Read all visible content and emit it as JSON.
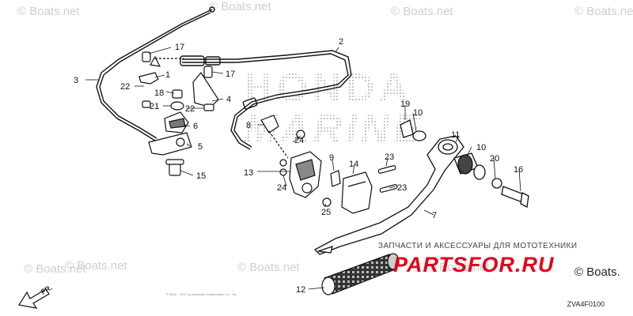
{
  "watermarks": {
    "text": "© Boats.net",
    "instances": [
      "© Boats.net",
      "© Boats.net",
      "© Boats.net",
      "© Boats.net",
      "© Boats.net",
      "© Boats.net",
      "© Boats.net",
      "© Boats.net"
    ]
  },
  "background_logo": {
    "line1": "HONDA",
    "line2": "MARINE"
  },
  "callouts": {
    "p1": "1",
    "p2": "2",
    "p3": "3",
    "p4": "4",
    "p5": "5",
    "p6": "6",
    "p7": "7",
    "p8": "8",
    "p9": "9",
    "p10a": "10",
    "p10b": "10",
    "p11": "11",
    "p12": "12",
    "p13": "13",
    "p14": "14",
    "p15": "15",
    "p16": "16",
    "p17a": "17",
    "p17b": "17",
    "p18": "18",
    "p19": "19",
    "p20": "20",
    "p21": "21",
    "p22a": "22",
    "p22b": "22",
    "p23a": "23",
    "p23b": "23",
    "p24a": "24",
    "p24b": "24",
    "p25": "25"
  },
  "direction_label": "FR.",
  "diagram_code": "ZVA4F0100",
  "advertisement": {
    "tagline": "ЗАПЧАСТИ И АКСЕССУАРЫ ДЛЯ МОТОТЕХНИКИ",
    "brand": "PARTSFOR.RU",
    "brand_color": "#e3001b"
  },
  "corner_watermark": "© Boats.",
  "fine_print": "© 2004 ~ 2017 by American Honda Motor Co., Inc."
}
